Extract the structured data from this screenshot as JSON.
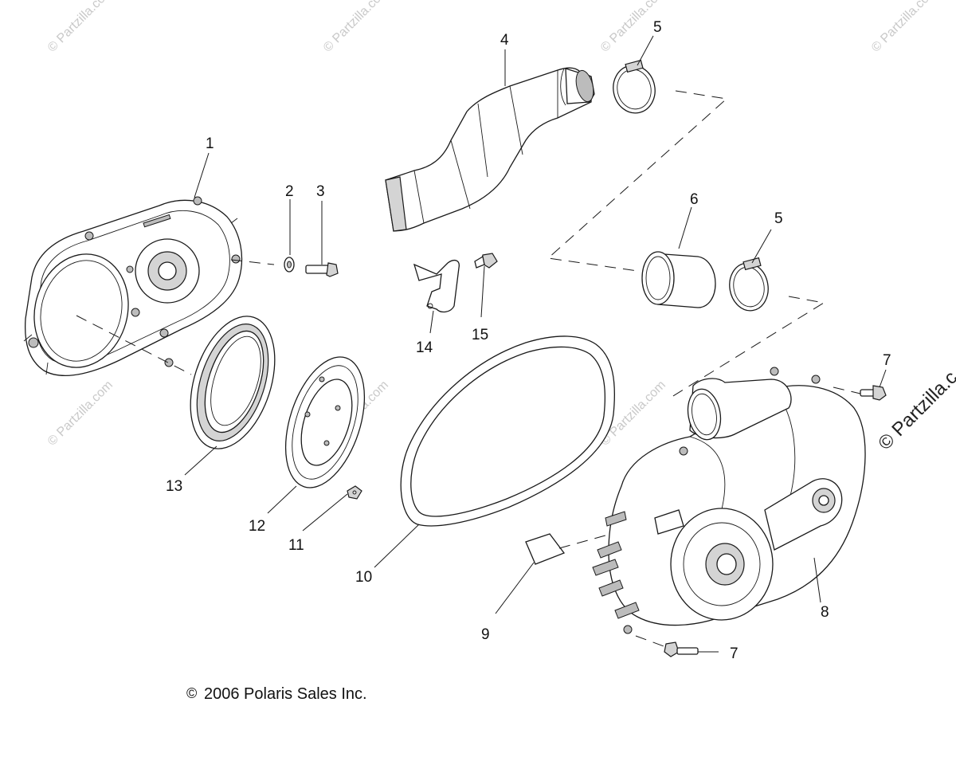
{
  "diagram": {
    "copyright": "2006 Polaris Sales Inc.",
    "copyright_symbol": "©",
    "watermark_text": "© Partzilla.com",
    "watermark_edge_text": "© Partzilla.c"
  },
  "callouts": [
    {
      "id": "c1",
      "label": "1"
    },
    {
      "id": "c2",
      "label": "2"
    },
    {
      "id": "c3",
      "label": "3"
    },
    {
      "id": "c4",
      "label": "4"
    },
    {
      "id": "c5a",
      "label": "5"
    },
    {
      "id": "c5b",
      "label": "5"
    },
    {
      "id": "c6",
      "label": "6"
    },
    {
      "id": "c7a",
      "label": "7"
    },
    {
      "id": "c7b",
      "label": "7"
    },
    {
      "id": "c8",
      "label": "8"
    },
    {
      "id": "c9",
      "label": "9"
    },
    {
      "id": "c10",
      "label": "10"
    },
    {
      "id": "c11",
      "label": "11"
    },
    {
      "id": "c12",
      "label": "12"
    },
    {
      "id": "c13",
      "label": "13"
    },
    {
      "id": "c14",
      "label": "14"
    },
    {
      "id": "c15",
      "label": "15"
    }
  ]
}
